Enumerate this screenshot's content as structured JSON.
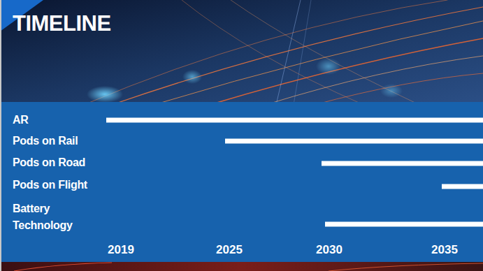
{
  "diagram": {
    "title": "TIMELINE",
    "labels": [
      "AR",
      "Pods on Rail",
      "Pods on Road",
      "Pods on Flight",
      "Battery Technology",
      "2019",
      "2025",
      "2030",
      "2035"
    ]
  }
}
